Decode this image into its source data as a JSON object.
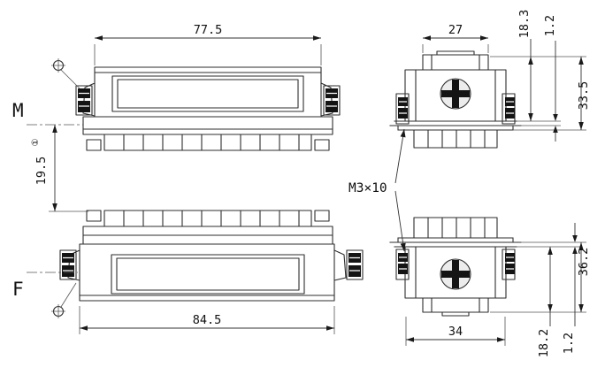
{
  "drawing": {
    "views": {
      "male_label": "M",
      "female_label": "F"
    },
    "annotations": {
      "screw_spec": "M3×10",
      "pitch_note": "①"
    },
    "dimensions": {
      "m_hood_width": "77.5",
      "m_side_width": "27",
      "m_face_height": "18.3",
      "m_gasket": "1.2",
      "m_total_height": "33.5",
      "row_spacing": "19.5",
      "f_hood_width": "84.5",
      "f_side_width": "34",
      "f_total_height": "36.2",
      "f_face_height": "18.2",
      "f_gasket": "1.2"
    }
  }
}
